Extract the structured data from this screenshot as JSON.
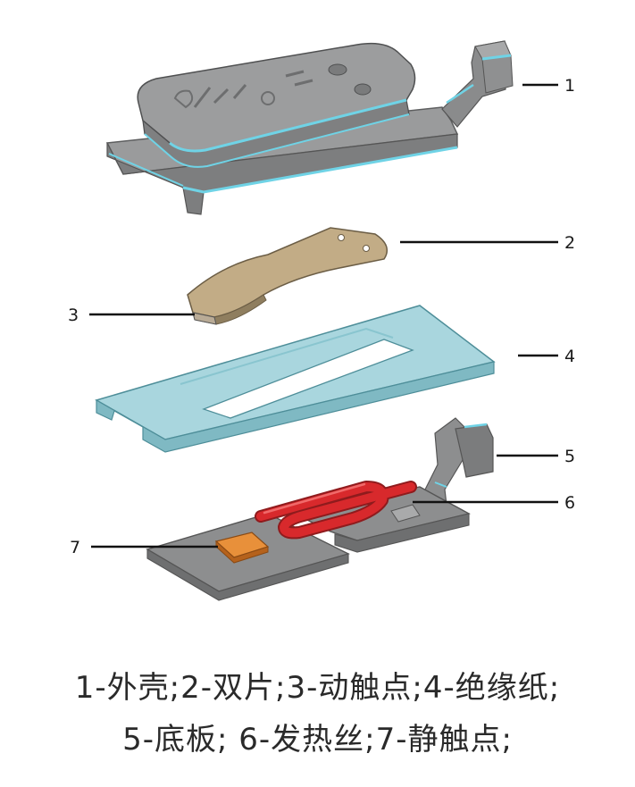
{
  "callouts": [
    {
      "number": "1",
      "part": "外壳"
    },
    {
      "number": "2",
      "part": "双片"
    },
    {
      "number": "3",
      "part": "动触点"
    },
    {
      "number": "4",
      "part": "绝缘纸"
    },
    {
      "number": "5",
      "part": "底板"
    },
    {
      "number": "6",
      "part": "发热丝"
    },
    {
      "number": "7",
      "part": "静触点"
    }
  ],
  "caption": {
    "line1": "1-外壳;2-双片;3-动触点;4-绝缘纸;",
    "line2": "5-底板; 6-发热丝;7-静触点;"
  },
  "colors": {
    "housing": "#8f9091",
    "housing_edge": "#6fd3e6",
    "bimetal": "#c2ac86",
    "insulation_paper": "#a9d6de",
    "base_plate": "#8d8e8f",
    "heating_wire": "#d8292c",
    "static_contact": "#e07f2e",
    "leader_line": "#111111"
  }
}
